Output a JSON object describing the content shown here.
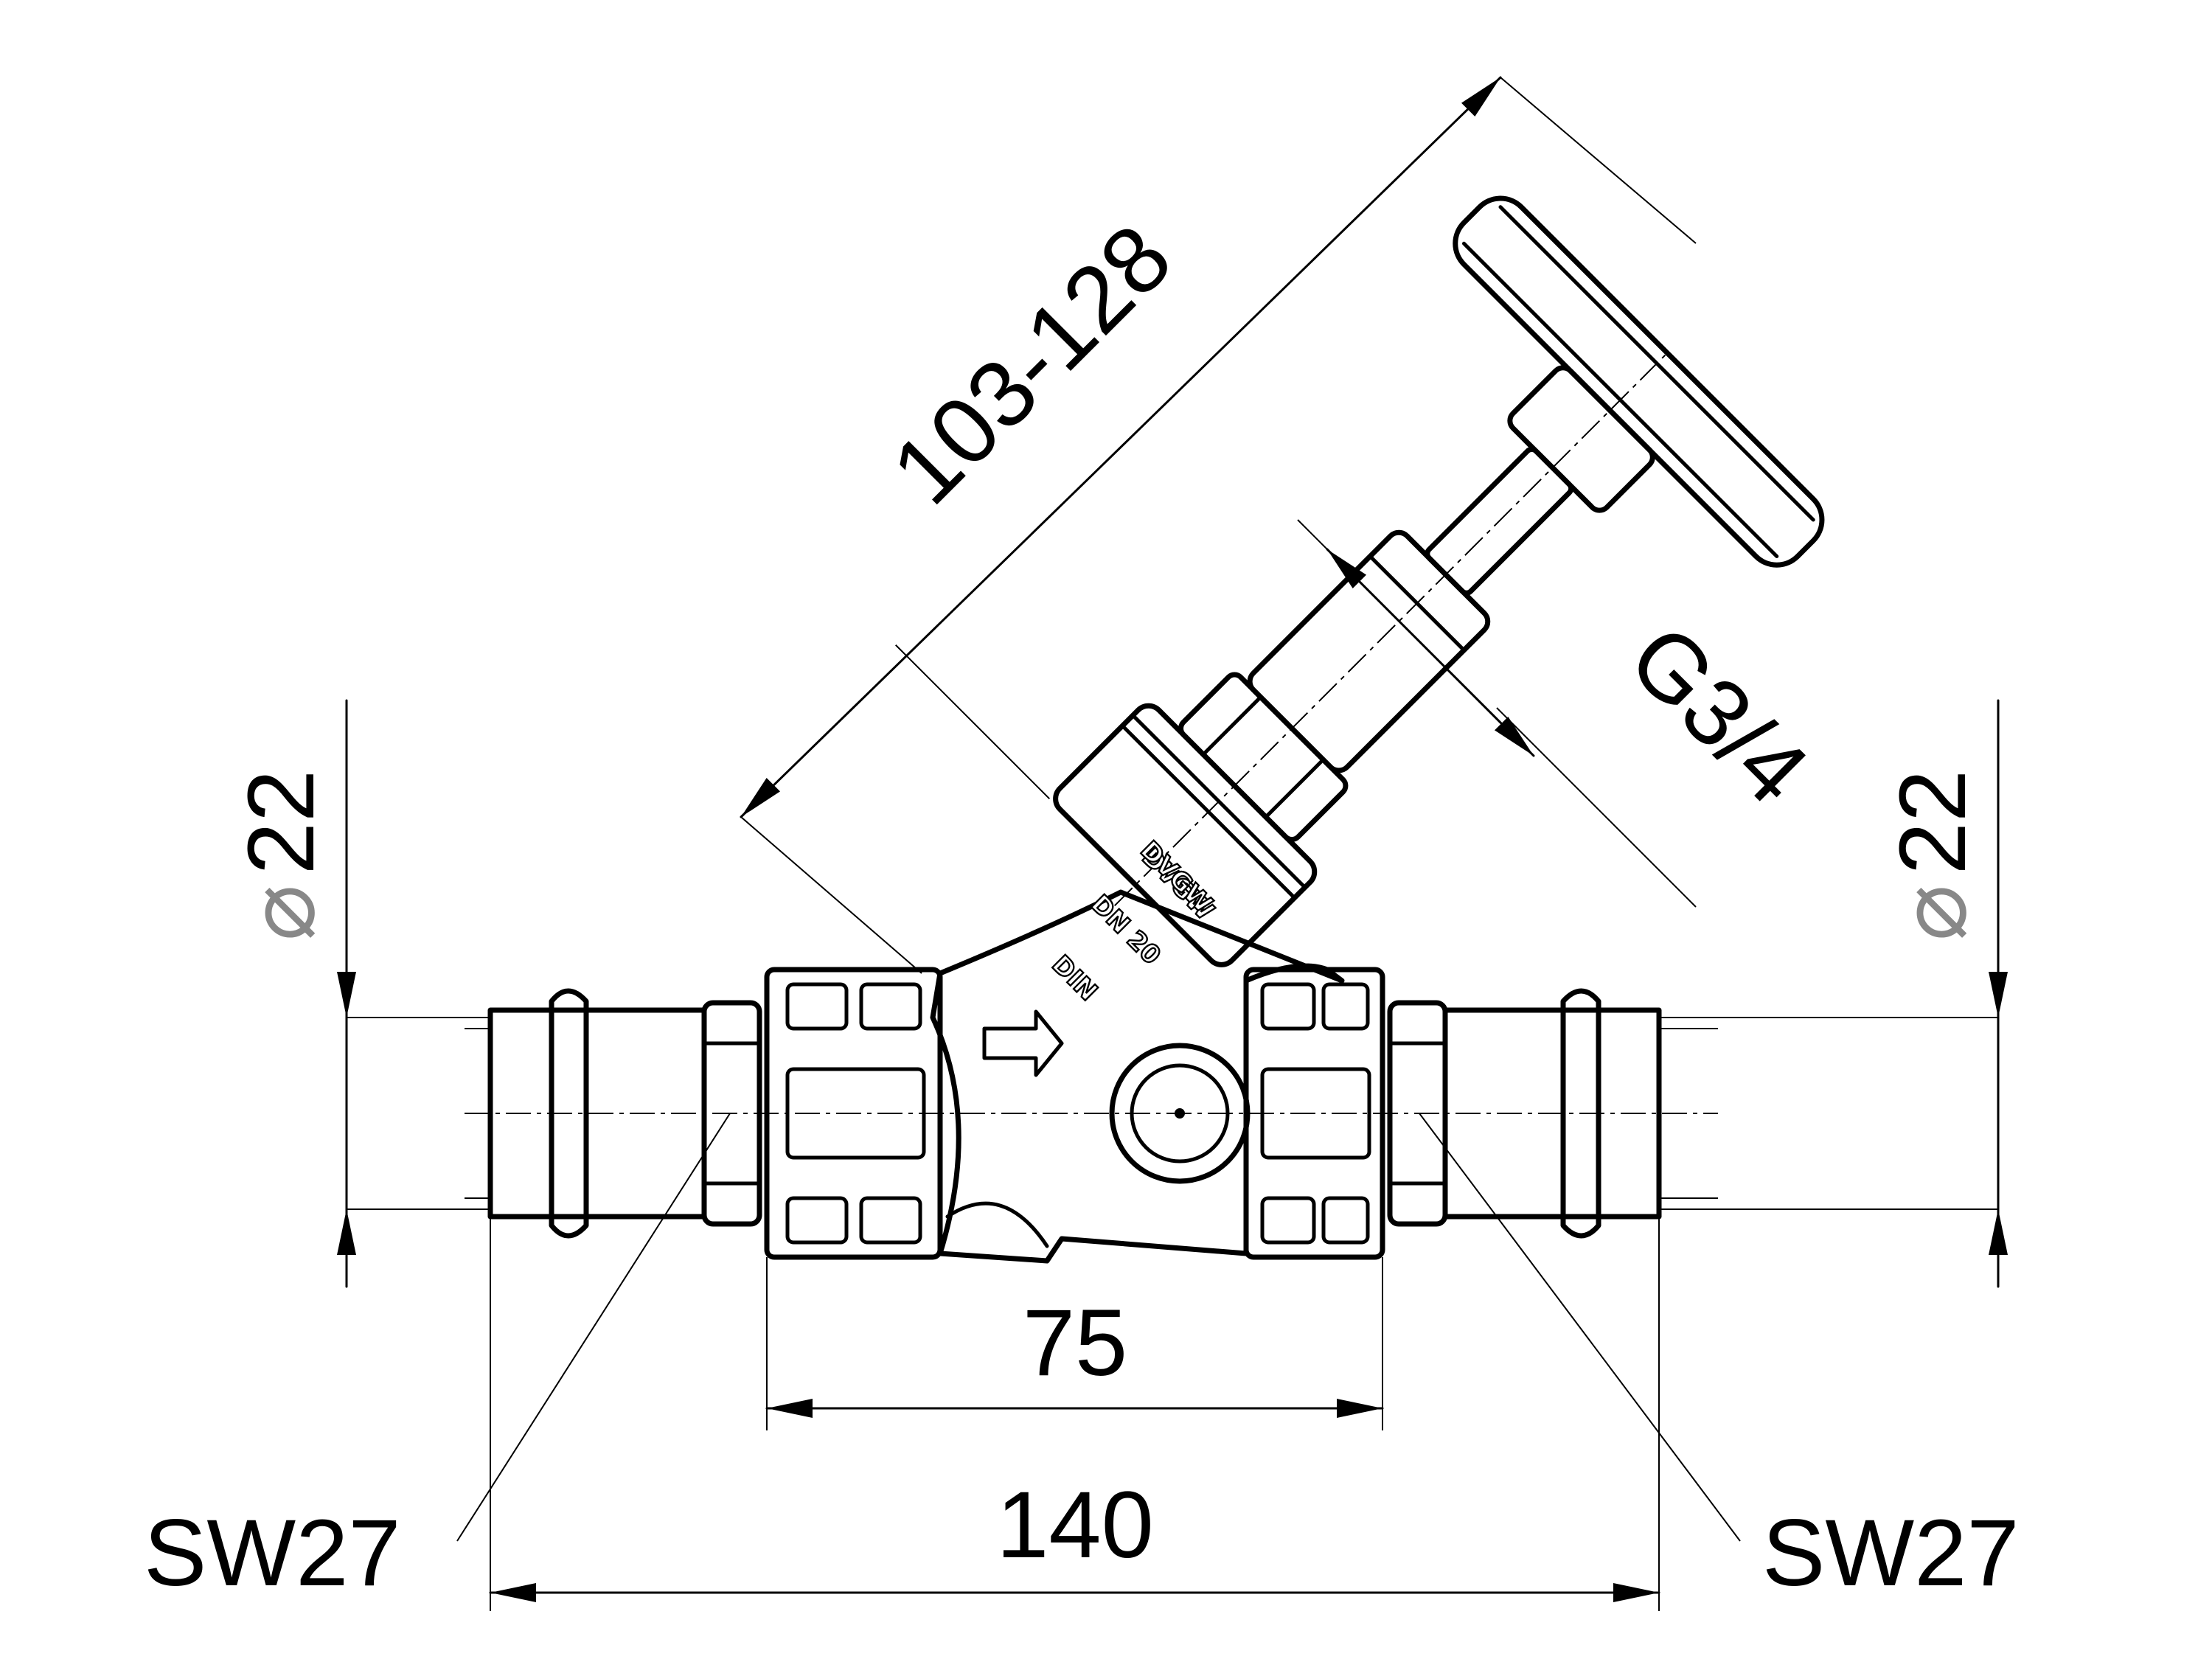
{
  "dimensions": {
    "left_diameter_symbol": "⌀",
    "left_diameter_value": "22",
    "right_diameter_symbol": "⌀",
    "right_diameter_value": "22",
    "body_length": "75",
    "overall_length": "140",
    "left_wrench": "SW27",
    "right_wrench": "SW27",
    "stem_length": "103-128",
    "thread": "G3/4"
  },
  "body_marking": {
    "line1": "DVGW",
    "line2": "DN 20",
    "line3": "DIN"
  }
}
